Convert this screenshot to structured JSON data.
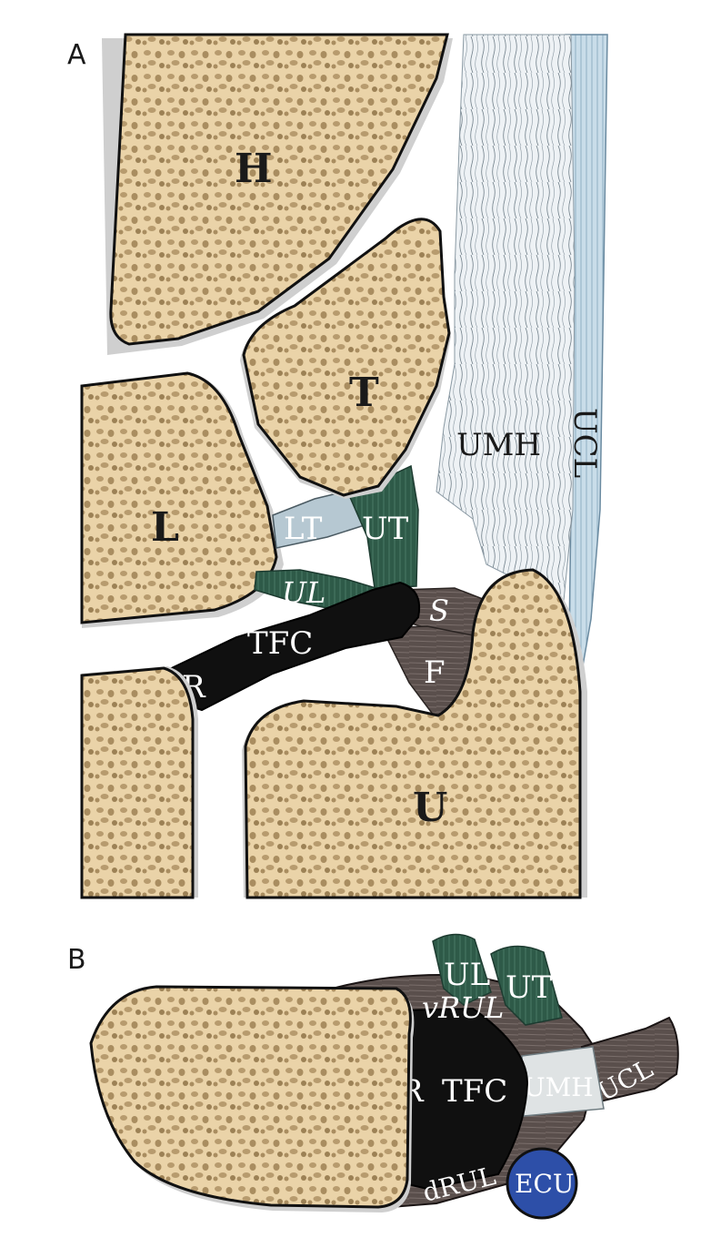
{
  "panels": {
    "a": {
      "letter": "A",
      "bones": {
        "hamate": "H",
        "triquetrum": "T",
        "lunate": "L",
        "ulna": "U"
      },
      "ligaments": {
        "ulnomeniscal_homologue": "UMH",
        "ulnar_collateral": "UCL",
        "lunotriquetral": "LT",
        "ulnotriquetral": "UT",
        "ulnolunate": "UL",
        "triangular_fibrocartilage": "TFC",
        "radial_attachment": "R",
        "superficial_fibers": "S",
        "foveal_fibers": "F"
      }
    },
    "b": {
      "letter": "B",
      "ligaments": {
        "ulnolunate": "UL",
        "ulnotriquetral": "UT",
        "volar_radioulnar": "vRUL",
        "radial_attachment": "R",
        "triangular_fibrocartilage": "TFC",
        "ulnomeniscal_homologue": "UMH",
        "ulnar_collateral": "UCL",
        "dorsal_radioulnar": "dRUL",
        "extensor_carpi_ulnaris": "ECU"
      }
    }
  },
  "colors": {
    "bone_fill": "#ead3a8",
    "bone_pore": "#b79b6e",
    "outline": "#111111",
    "shadow": "#cfcfcf",
    "tfc_black": "#101010",
    "ligament_green": "#2e5a48",
    "ligament_light_blue": "#b8d2e2",
    "ligament_gray": "#8a8a8a",
    "ligament_brown_gray": "#5a4f4c",
    "umh_light": "#e6ecf0",
    "ecu_blue": "#2d4fa8"
  }
}
